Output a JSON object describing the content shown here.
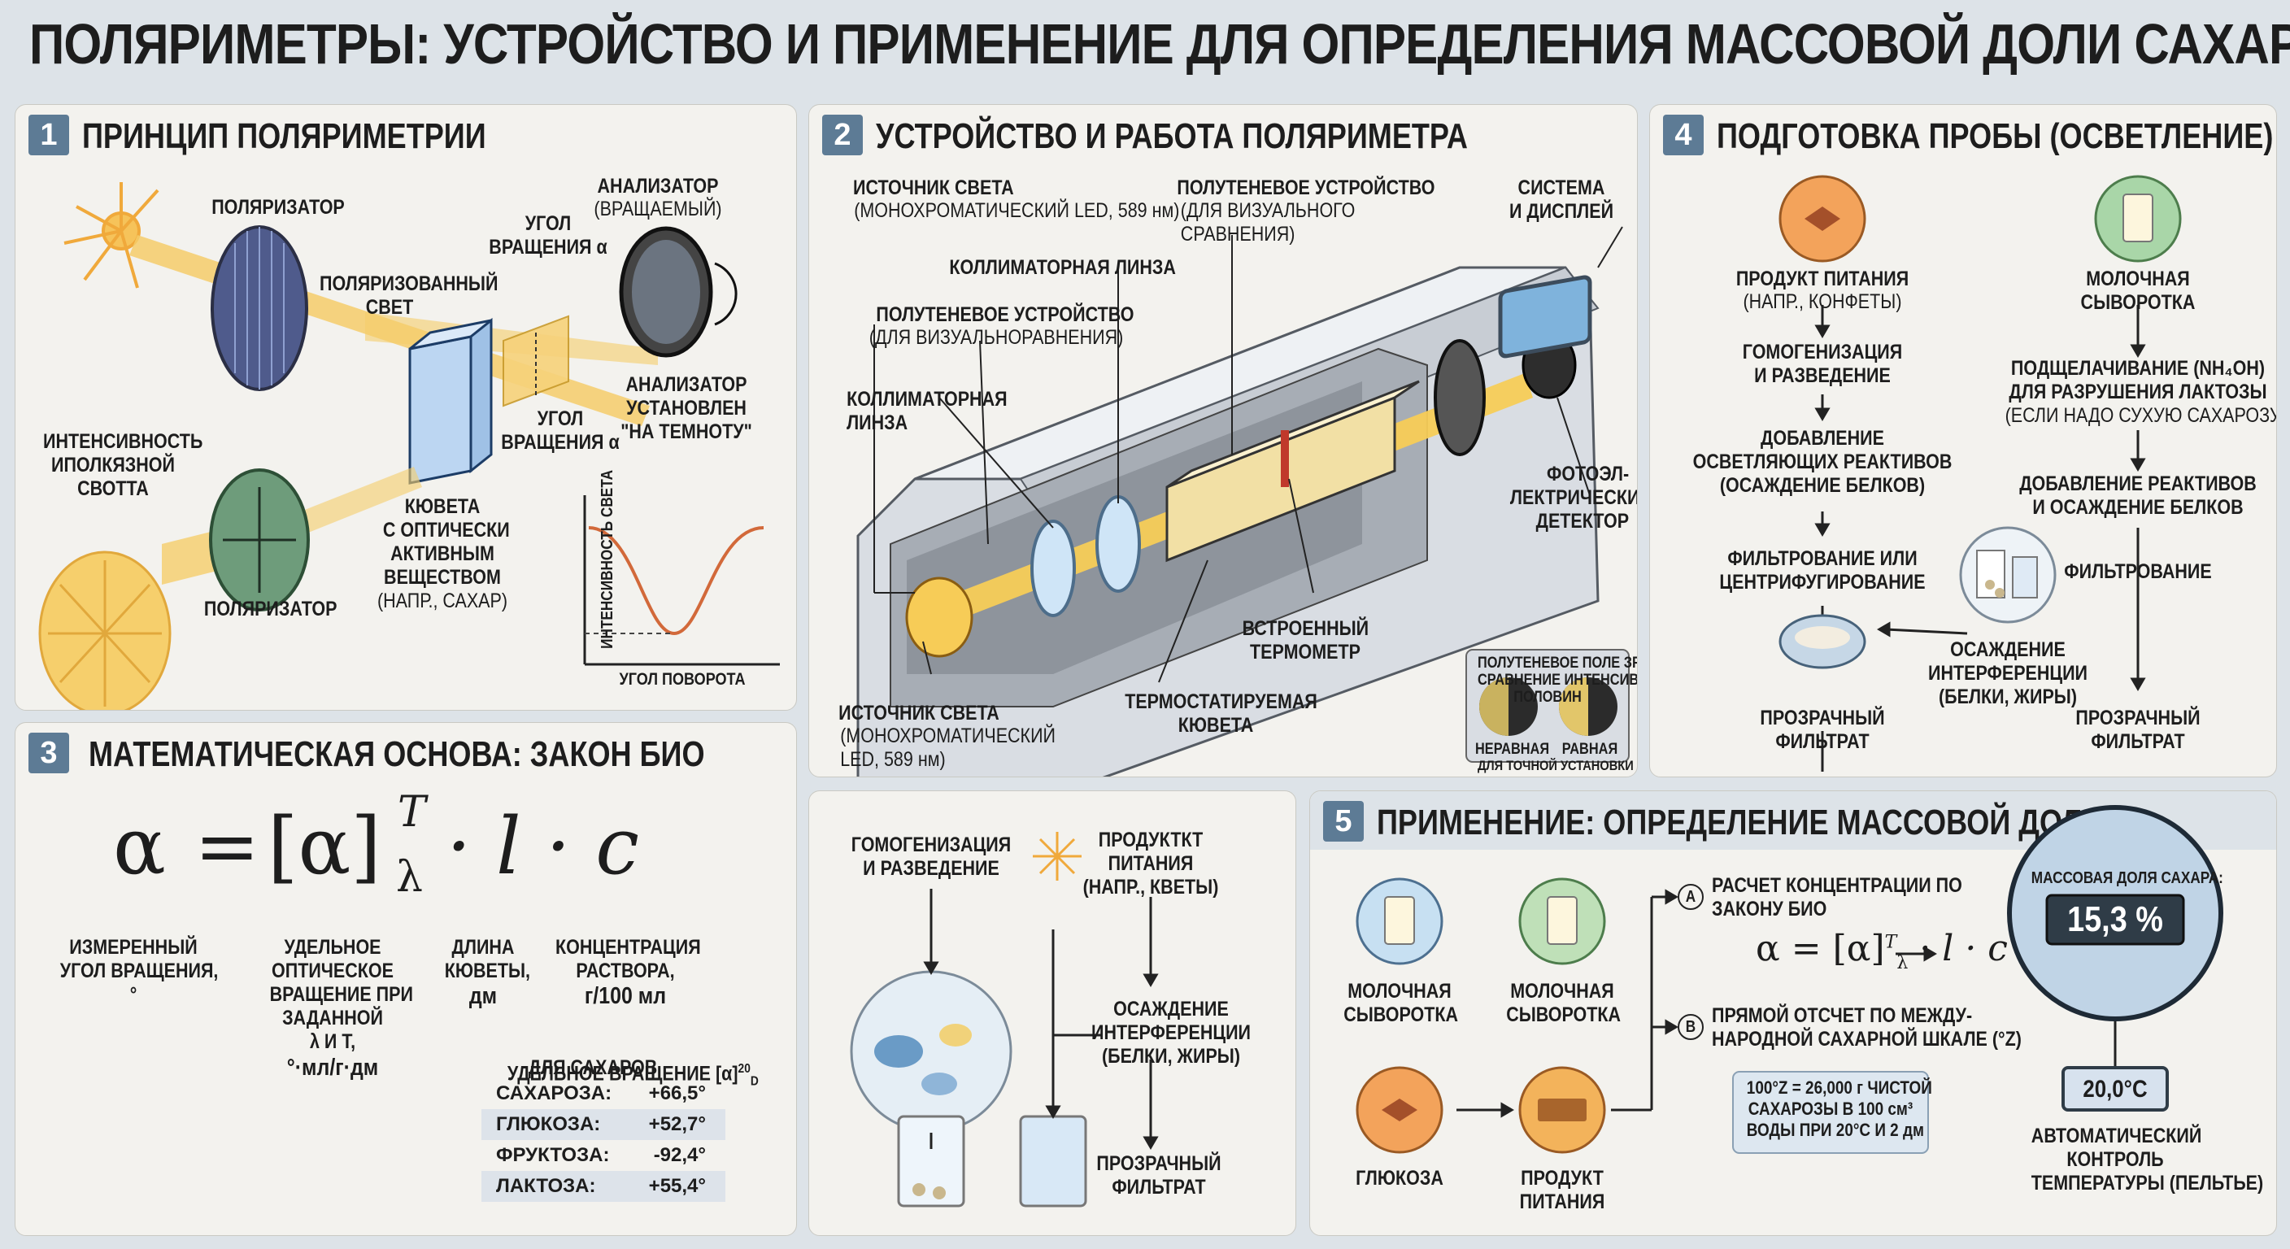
{
  "title": "ПОЛЯРИМЕТРЫ: УСТРОЙСТВО И ПРИМЕНЕНИЕ ДЛЯ ОПРЕДЕЛЕНИЯ МАССОВОЙ ДОЛИ САХАРОВ",
  "colors": {
    "accent": "#5d7b95",
    "beam": "#f2c04c",
    "panel": "#f3f2ee",
    "curve": "#d2693a"
  },
  "p1": {
    "num": "1",
    "title": "ПРИНЦИП ПОЛЯРИМЕТРИИ",
    "polarizer_top": "ПОЛЯРИЗАТОР",
    "polarized_light": "ПОЛЯРИЗОВАННЫЙ\nСВЕТ",
    "angle_top": "УГОЛ\nВРАЩЕНИЯ α",
    "analyzer": "АНАЛИЗАТОР",
    "analyzer_sub": "(ВРАЩАЕМЫЙ)",
    "analyzer_dark": "АНАЛИЗАТОР\nУСТАНОВЛЕН\n\"НА ТЕМНОТУ\"",
    "angle_bottom": "УГОЛ\nВРАЩЕНИЯ α",
    "intensity": "ИНТЕНСИВНОСТЬ\nИПОЛКЯЗНОЙ\nСВОТТА",
    "polarizer_bottom": "ПОЛЯРИЗАТОР",
    "cuvette": "КЮВЕТА\nС ОПТИЧЕСКИ\nАКТИВНЫМ\nВЕЩЕСТВОМ",
    "cuvette_sub": "(НАПР., САХАР)",
    "graph_y": "ИНТЕНСИВНОСТЬ СВЕТА",
    "graph_x": "УГОЛ ПОВОРОТА"
  },
  "p2": {
    "num": "2",
    "title": "УСТРОЙСТВО И РАБОТА ПОЛЯРИМЕТРА",
    "src_top": "ИСТОЧНИК СВЕТА",
    "src_top_sub": "(МОНОХРОМАТИЧЕСКИЙ LED, 589 нм)",
    "halfshade_top": "ПОЛУТЕНЕВОЕ УСТРОЙСТВО",
    "halfshade_top_sub": "(ДЛЯ ВИЗУАЛЬНОГО\nСРАВНЕНИЯ)",
    "system": "СИСТЕМА\nИ ДИСПЛЕЙ",
    "collimator_top": "КОЛЛИМАТОРНАЯ ЛИНЗА",
    "halfshade_mid": "ПОЛУТЕНЕВОЕ УСТРОЙСТВО",
    "halfshade_mid_sub": "(ДЛЯ ВИЗУАЛЬНОРАВНЕНИЯ)",
    "collimator_left": "КОЛЛИМАТОРНАЯ\nЛИНЗА",
    "detector": "ФОТОЭЛ-\nЛЕКТРИЧЕСКИЙ\nДЕТЕКТОР",
    "thermometer": "ВСТРОЕННЫЙ\nТЕРМОМЕТР",
    "cuvette": "ТЕРМОСТАТИРУЕМАЯ\nКЮВЕТА",
    "src_bottom": "ИСТОЧНИК СВЕТА",
    "src_bottom_sub": "(МОНОХРОМАТИЧЕСКИЙ\nLED, 589 нм)",
    "field_title": "ПОЛУТЕНЕВОЕ ПОЛЕ ЗРЕНИЯ:\nСРАВНЕНИЕ ИНТЕНСИВНОСТИ\nПОЛОВИН",
    "field_uneven": "НЕРАВНАЯ",
    "field_even": "РАВНАЯ",
    "field_note": "ДЛЯ ТОЧНОЙ УСТАНОВКИ НУЛЯ"
  },
  "p3": {
    "num": "3",
    "title": "МАТЕМАТИЧЕСКАЯ ОСНОВА: ЗАКОН БИО",
    "f_alpha": "α",
    "f_eq": "=",
    "f_bracket": "[α]",
    "f_T": "T",
    "f_lambda": "λ",
    "f_rest": "· l · c",
    "d_alpha": "ИЗМЕРЕННЫЙ\nУГОЛ ВРАЩЕНИЯ,\n°",
    "d_specific": "УДЕЛЬНОЕ\nОПТИЧЕСКОЕ\nВРАЩЕНИЕ ПРИ\nЗАДАННОЙ\nλ И T,",
    "d_specific_unit": "°·мл/г·дм",
    "d_length": "ДЛИНА\nКЮВЕТЫ,",
    "d_length_unit": "дм",
    "d_conc": "КОНЦЕНТРАЦИЯ\nРАСТВОРА,",
    "d_conc_unit": "г/100 мл",
    "table_title": "УДЕЛЬНОЕ ВРАЩЕНИЕ [α]",
    "table_sup": "20",
    "table_sub": "D",
    "table_title2": "ДЛЯ САХАРОВ",
    "rows": [
      {
        "name": "САХАРОЗА:",
        "value": "+66,5°"
      },
      {
        "name": "ГЛЮКОЗА:",
        "value": "+52,7°"
      },
      {
        "name": "ФРУКТОЗА:",
        "value": "-92,4°"
      },
      {
        "name": "ЛАКТОЗА:",
        "value": "+55,4°"
      }
    ]
  },
  "p4": {
    "num": "4",
    "title": "ПОДГОТОВКА ПРОБЫ (ОСВЕТЛЕНИЕ)",
    "l1": "ПРОДУКТ ПИТАНИЯ",
    "l1_sub": "(НАПР., КОНФЕТЫ)",
    "l2": "ГОМОГЕНИЗАЦИЯ\nИ РАЗВЕДЕНИЕ",
    "l3": "ДОБАВЛЕНИЕ\nОСВЕТЛЯЮЩИХ РЕАКТИВОВ\n(ОСАЖДЕНИЕ БЕЛКОВ)",
    "l4": "ФИЛЬТРОВАНИЕ ИЛИ\nЦЕНТРИФУГИРОВАНИЕ",
    "l5": "ПРОЗРАЧНЫЙ\nФИЛЬТРАТ",
    "mid": "ОСАЖДЕНИЕ\nИНТЕРФЕРЕНЦИИ\n(БЕЛКИ, ЖИРЫ)",
    "r1": "МОЛОЧНАЯ\nСЫВОРОТКА",
    "r2": "ПОДЩЕЛАЧИВАНИЕ (NH₄OH)\nДЛЯ РАЗРУШЕНИЯ ЛАКТОЗЫ",
    "r2_sub": "(ЕСЛИ НАДО СУХУЮ САХАРОЗУ)",
    "r3": "ДОБАВЛЕНИЕ РЕАКТИВОВ\nИ ОСАЖДЕНИЕ БЕЛКОВ",
    "r4": "ФИЛЬТРОВАНИЕ",
    "r5": "ПРОЗРАЧНЫЙ\nФИЛЬТРАТ"
  },
  "p6": {
    "homog": "ГОМОГЕНИЗАЦИЯ\nИ РАЗВЕДЕНИЕ",
    "product": "ПРОДУКТКТ\nПИТАНИЯ\n(НАПР., КВЕТЫ)",
    "precip": "ОСАЖДЕНИЕ\nИНТЕРФЕРЕНЦИИ\n(БЕЛКИ, ЖИРЫ)",
    "filtrate": "ПРОЗРАЧНЫЙ\nФИЛЬТРАТ"
  },
  "p5": {
    "num": "5",
    "title": "ПРИМЕНЕНИЕ: ОПРЕДЕЛЕНИЕ МАССОВОЙ ДОЛИ",
    "whey1": "МОЛОЧНАЯ\nСЫВОРОТКА",
    "whey2": "МОЛОЧНАЯ\nСЫВОРОТКА",
    "glucose": "ГЛЮКОЗА",
    "product": "ПРОДУКТ\nПИТАНИЯ",
    "a_letter": "A",
    "a_text": "РАСЧЕТ КОНЦЕНТРАЦИИ ПО\nЗАКОНУ БИО",
    "b_letter": "B",
    "b_text": "ПРЯМОЙ ОТСЧЕТ ПО МЕЖДУ-\nНАРОДНОЙ САХАРНОЙ ШКАЛЕ (°Z)",
    "b_note": "100°Z = 26,000 г ЧИСТОЙ\nСАХАРОЗЫ В 100 см³\nВОДЫ ПРИ 20°C И 2 дм",
    "display_label": "МАССОВАЯ ДОЛЯ САХАРА:",
    "display_value": "15,3 %",
    "temp_value": "20,0°C",
    "temp_label": "АВТОМАТИЧЕСКИЙ\nКОНТРОЛЬ\nТЕМПЕРАТУРЫ (ПЕЛЬТЬЕ)"
  }
}
